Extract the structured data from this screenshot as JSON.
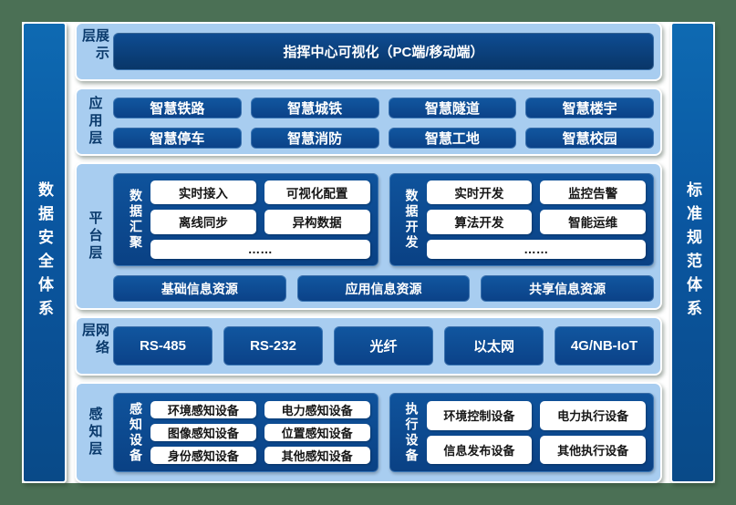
{
  "colors": {
    "frame_green": "#4B7055",
    "panel_light_blue": "#A8CDF0",
    "dark_box_blue": "#0C4A90",
    "display_box_navy": "#0B4078",
    "sidebar_blue": "#0C5EA8",
    "layer_label_navy": "#0A3A6C",
    "white_box": "#FFFFFF"
  },
  "left_sidebar": {
    "label": "数据安全体系"
  },
  "right_sidebar": {
    "label": "标准规范体系"
  },
  "layers": [
    {
      "label": "展示层",
      "box": "指挥中心可视化（PC端/移动端）"
    },
    {
      "label": "应用层",
      "rows": [
        [
          "智慧铁路",
          "智慧城铁",
          "智慧隧道",
          "智慧楼宇"
        ],
        [
          "智慧停车",
          "智慧消防",
          "智慧工地",
          "智慧校园"
        ]
      ]
    },
    {
      "label": "平台层",
      "groups": [
        {
          "label": "数据汇聚",
          "items": [
            "实时接入",
            "可视化配置",
            "离线同步",
            "异构数据",
            "……"
          ]
        },
        {
          "label": "数据开发",
          "items": [
            "实时开发",
            "监控告警",
            "算法开发",
            "智能运维",
            "……"
          ]
        }
      ],
      "resources": [
        "基础信息资源",
        "应用信息资源",
        "共享信息资源"
      ]
    },
    {
      "label": "网络层",
      "boxes": [
        "RS-485",
        "RS-232",
        "光纤",
        "以太网",
        "4G/NB-IoT"
      ]
    },
    {
      "label": "感知层",
      "groups": [
        {
          "label": "感知设备",
          "items": [
            "环境感知设备",
            "电力感知设备",
            "图像感知设备",
            "位置感知设备",
            "身份感知设备",
            "其他感知设备"
          ]
        },
        {
          "label": "执行设备",
          "items": [
            "环境控制设备",
            "电力执行设备",
            "信息发布设备",
            "其他执行设备"
          ]
        }
      ]
    }
  ]
}
